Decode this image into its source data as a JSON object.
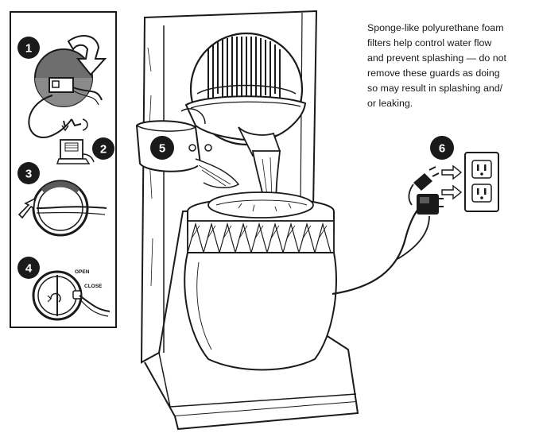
{
  "note": {
    "lines": [
      "Sponge-like polyurethane foam",
      "filters help control water flow",
      "and prevent splashing — do not",
      "remove these guards as doing",
      "so may result in splashing and/",
      "or leaking."
    ]
  },
  "steps": {
    "step1": "1",
    "step2": "2",
    "step3": "3",
    "step4": "4",
    "step5": "5",
    "step6": "6"
  },
  "valve": {
    "open_label": "OPEN",
    "close_label": "CLOSE"
  },
  "colors": {
    "ink": "#1a1a1a",
    "badge": "#1a1a1a",
    "paper": "#ffffff",
    "gray_fill": "#9a9a9a"
  }
}
